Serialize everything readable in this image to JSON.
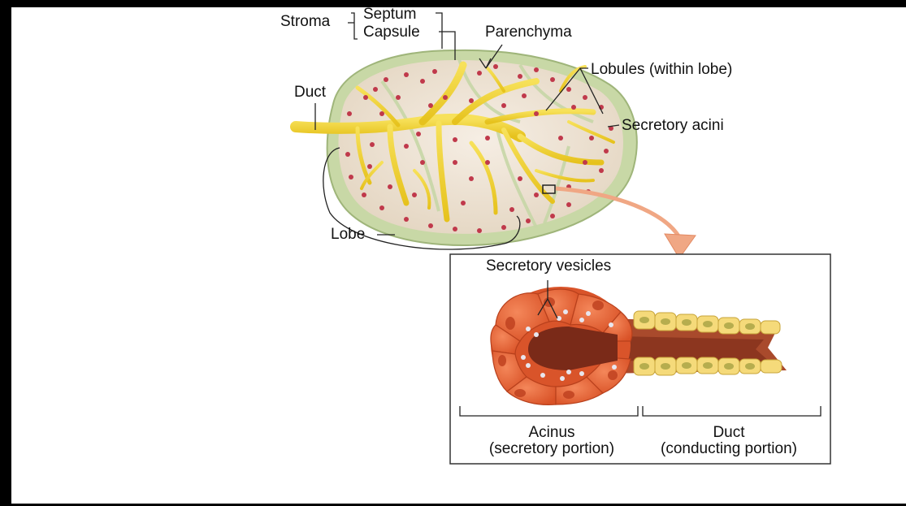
{
  "labels": {
    "stroma": "Stroma",
    "septum": "Septum",
    "capsule": "Capsule",
    "parenchyma": "Parenchyma",
    "lobules": "Lobules (within lobe)",
    "duct_main": "Duct",
    "secretory_acini": "Secretory acini",
    "lobe": "Lobe",
    "secretory_vesicles": "Secretory vesicles",
    "acinus_title": "Acinus",
    "acinus_sub": "(secretory portion)",
    "duct_title": "Duct",
    "duct_sub": "(conducting portion)"
  },
  "colors": {
    "capsule": "#c9d9a8",
    "lobe_fill": "#efe4d6",
    "duct": "#f2d431",
    "acini": "#c0394b",
    "acinus_cell": "#e8683c",
    "duct_cell": "#f5da7a",
    "arrow": "#f0a784"
  }
}
